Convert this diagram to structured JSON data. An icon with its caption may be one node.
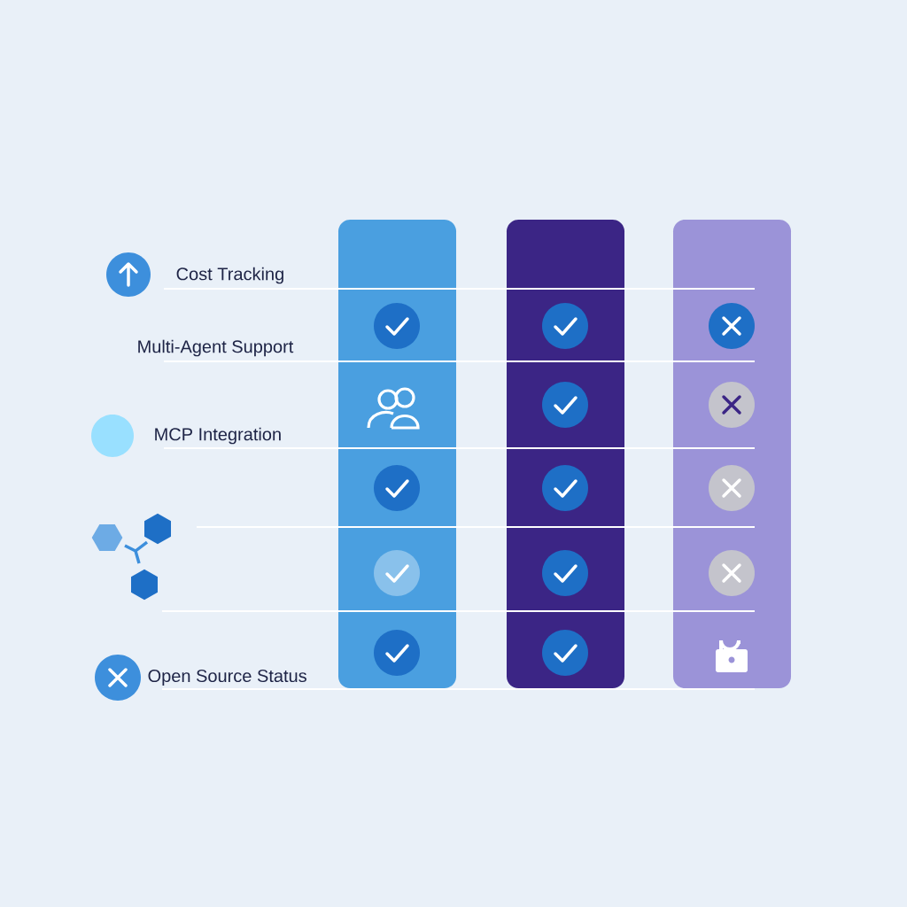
{
  "diagram": {
    "labels": [
      "Cost Tracking",
      "Multi-Agent Support",
      "MCP Integration",
      "Open Source Status"
    ]
  }
}
